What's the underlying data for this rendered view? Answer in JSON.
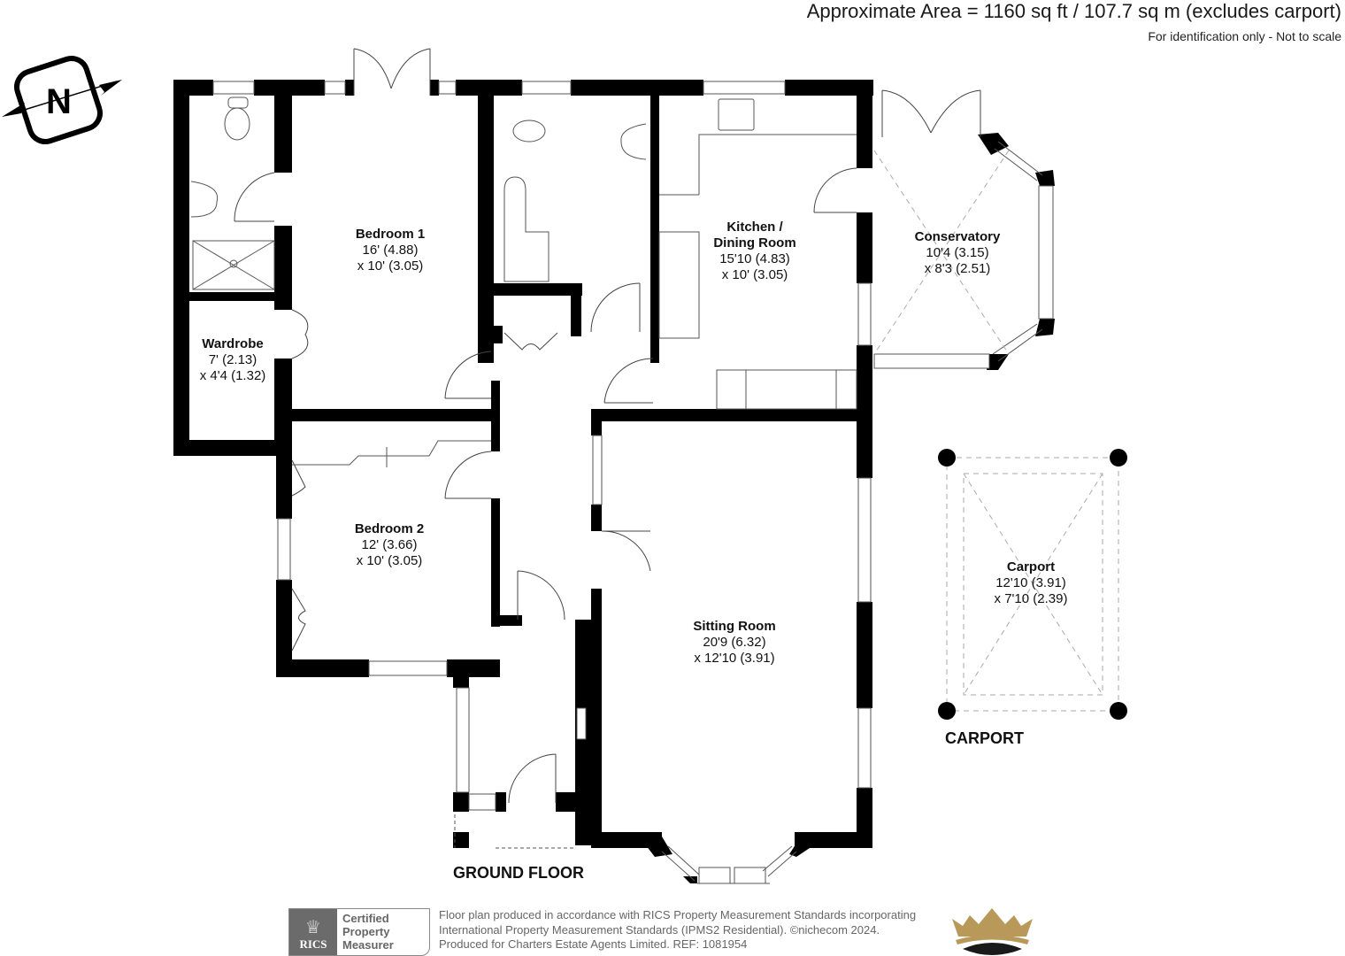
{
  "header": {
    "title": "Approximate Area = 1160 sq ft / 107.7 sq m (excludes carport)",
    "subtitle": "For identification only - Not to scale"
  },
  "compass": {
    "icon": "north-compass-icon",
    "letter": "N"
  },
  "rooms": [
    {
      "id": "bedroom-1",
      "name": "Bedroom 1",
      "dim1": "16' (4.88)",
      "dim2": "x 10' (3.05)"
    },
    {
      "id": "wardrobe",
      "name": "Wardrobe",
      "dim1": "7' (2.13)",
      "dim2": "x 4'4 (1.32)"
    },
    {
      "id": "kitchen",
      "name": "Kitchen /",
      "name2": "Dining Room",
      "dim1": "15'10 (4.83)",
      "dim2": "x 10' (3.05)"
    },
    {
      "id": "conservatory",
      "name": "Conservatory",
      "dim1": "10'4 (3.15)",
      "dim2": "x 8'3 (2.51)"
    },
    {
      "id": "bedroom-2",
      "name": "Bedroom 2",
      "dim1": "12' (3.66)",
      "dim2": "x 10' (3.05)"
    },
    {
      "id": "sitting-room",
      "name": "Sitting Room",
      "dim1": "20'9 (6.32)",
      "dim2": "x 12'10 (3.91)"
    },
    {
      "id": "carport",
      "name": "Carport",
      "dim1": "12'10 (3.91)",
      "dim2": "x 7'10 (2.39)"
    }
  ],
  "floor_labels": {
    "ground_floor": "GROUND FLOOR",
    "carport": "CARPORT"
  },
  "footer": {
    "rics_badge": {
      "logo_text": "RICS",
      "line1": "Certified",
      "line2": "Property",
      "line3": "Measurer"
    },
    "text_line1": "Floor plan produced in accordance with RICS Property Measurement Standards incorporating",
    "text_line2": "International Property Measurement Standards (IPMS2 Residential).   ©nichecom 2024.",
    "text_line3": "Produced for Charters Estate Agents Limited.   REF:  1081954",
    "brand_colors": {
      "crown_gold": "#b8995a",
      "crown_base": "#1a1a1a",
      "rics_grey": "#6b6b6b"
    }
  }
}
